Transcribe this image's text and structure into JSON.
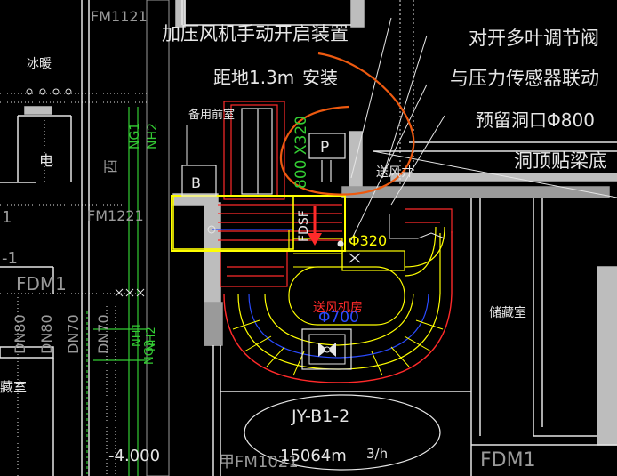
{
  "notes": {
    "line1": "加压风机手动开启装置",
    "line2": "距地1.3m",
    "line2b": "安装",
    "line3": "对开多叶调节阀",
    "line4": "与压力传感器联动",
    "line5": "预留洞口Φ800",
    "line6": "洞顶贴梁底"
  },
  "labels": {
    "fm1121_top": "FM1121",
    "fm1221": "FM1221",
    "fm1021": "甲FM1021",
    "fdm1_left": "FDM1",
    "fdm1_right": "FDM1",
    "ice_valve": "冰暖",
    "power": "电",
    "backup_room": "备用前室",
    "air_shaft": "送风井",
    "storage": "储藏室",
    "supply_room": "送风机房",
    "b_mark": "B",
    "p_mark": "P",
    "duct_size": "800 X320",
    "fdsf": "FDSF",
    "phi320": "Φ320",
    "phi700": "Φ700",
    "equipment": "JY-B1-2",
    "flow": "15064m",
    "flow_unit": "3/h",
    "elevation": "-4.000",
    "dn80a": "DN80",
    "dn80b": "DN80",
    "dn70a": "DN70",
    "dn70b": "DN70",
    "nh2a": "NH2",
    "ng1a": "NG1",
    "nh1": "NH1",
    "ng2": "NG2",
    "nh2b": "NH2",
    "xi": "西",
    "left_edge_1": "1",
    "left_edge_2": "-1",
    "left_edge_3": "藏室"
  },
  "colors": {
    "wall": "#e6e6e6",
    "red": "#ff2a2a",
    "yellow": "#ffff00",
    "green": "#33cc33",
    "blue": "#2a4bff",
    "orange": "#ee5a10",
    "white": "#ffffff",
    "gray": "#9a9a9a"
  }
}
